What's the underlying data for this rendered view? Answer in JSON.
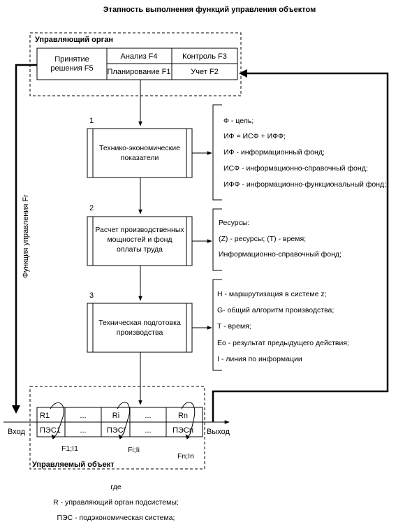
{
  "title": "Этапность выполнения функций управления объектом",
  "control_organ": {
    "label": "Управляющий орган",
    "decision": [
      "Принятие",
      "решения F5"
    ],
    "analysis": "Анализ F4",
    "control": "Контроль F3",
    "planning": "Планирование  F1",
    "accounting": "Учет F2"
  },
  "stages": [
    {
      "number": "1",
      "lines": [
        "Технико-экономические",
        "показатели"
      ],
      "notes": [
        "Ф - цель;",
        "ИФ = ИСФ + ИФФ;",
        "ИФ - информационный фонд;",
        "ИСФ - информационно-справочный фонд;",
        "ИФФ - информационно-функциональный фонд;"
      ]
    },
    {
      "number": "2",
      "lines": [
        "Расчет производственных",
        "мощностей и фонд",
        "оплаты труда"
      ],
      "notes": [
        "Ресурсы:",
        "(Z) - ресурсы;  (T) - время;",
        "Информационно-справочный фонд;"
      ]
    },
    {
      "number": "3",
      "lines": [
        "Техническая подготовка",
        "производства"
      ],
      "notes": [
        "H - маршрутизация в системе z;",
        "G- общий алгоритм производства;",
        "T - время;",
        "Eo - результат предыдущего действия;",
        "I - линия по информации"
      ]
    }
  ],
  "control_function_label": "Функция управления Fr",
  "managed_object": {
    "label": "Управляемый объект",
    "top_row": [
      "R1",
      "...",
      "Ri",
      "...",
      "Rn"
    ],
    "bottom_row": [
      "ПЭС1",
      "...",
      "ПЭСi",
      "...",
      "ПЭСn"
    ],
    "feedback": [
      "F1;I1",
      "Fi;Ii",
      "Fn;In"
    ]
  },
  "input_label": "Вход",
  "output_label": "Выход",
  "legend": {
    "intro": "где",
    "lines": [
      "R - управляющий орган подсистемы;",
      "ПЭС - подэкономическая система;"
    ]
  }
}
